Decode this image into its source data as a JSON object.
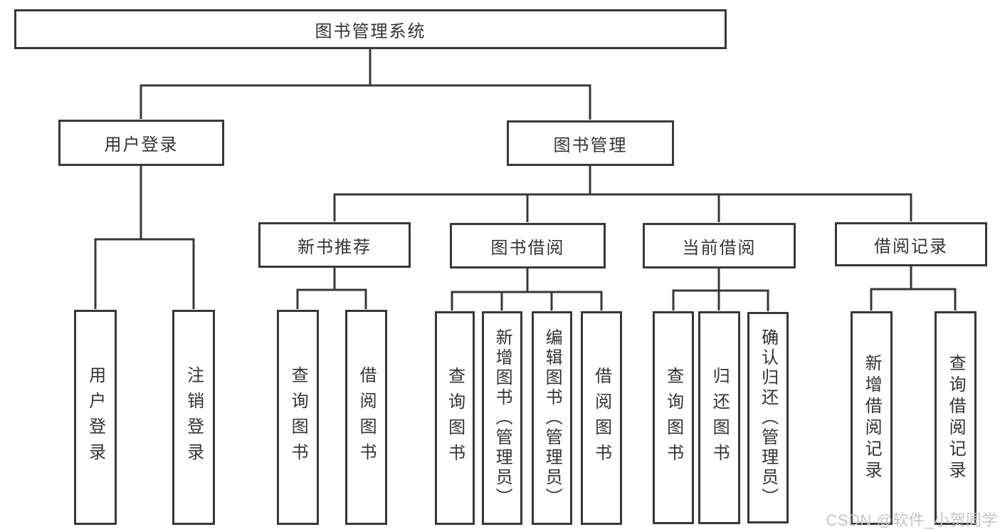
{
  "tree": {
    "root": {
      "label": "图书管理系统",
      "children": [
        {
          "label": "用户登录",
          "children": [
            {
              "label": "用户登录"
            },
            {
              "label": "注销登录"
            }
          ]
        },
        {
          "label": "图书管理",
          "children": [
            {
              "label": "新书推荐",
              "children": [
                {
                  "label": "查询图书"
                },
                {
                  "label": "借阅图书"
                }
              ]
            },
            {
              "label": "图书借阅",
              "children": [
                {
                  "label": "查询图书"
                },
                {
                  "label": "新增图书（管理员）"
                },
                {
                  "label": "编辑图书（管理员）"
                },
                {
                  "label": "借阅图书"
                }
              ]
            },
            {
              "label": "当前借阅",
              "children": [
                {
                  "label": "查询图书"
                },
                {
                  "label": "归还图书"
                },
                {
                  "label": "确认归还（管理员）"
                }
              ]
            },
            {
              "label": "借阅记录",
              "children": [
                {
                  "label": "新增借阅记录"
                },
                {
                  "label": "查询借阅记录"
                }
              ]
            }
          ]
        }
      ]
    }
  },
  "watermark": {
    "text": "CSDN @软件_小贺同学"
  },
  "colors": {
    "line": "#383838",
    "text": "#333333",
    "watermark": "#c4c4c4"
  }
}
